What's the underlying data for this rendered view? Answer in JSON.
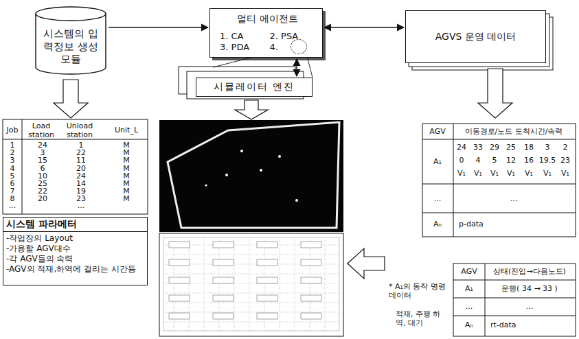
{
  "diagram": {
    "nodes": [
      {
        "text": [
          "시스템의 입력정보 생성모듈"
        ]
      },
      {
        "text": [
          "멀티 에이전트",
          "1. CA",
          "2. PSA",
          "3. PDA",
          "4."
        ]
      },
      {
        "text": [
          "AGVS 운영 데이터"
        ]
      },
      {
        "text": [
          "시뮬레이터 엔진"
        ]
      },
      {
        "text": [
          "시스템 파라메터",
          "-작업장의 Layout",
          "-가용할 AGV대수",
          "-각 AGV들의 속력",
          "-AGV의 적재,하역에 걸리는 시간등"
        ]
      }
    ],
    "edges": [
      {
        "from": 0,
        "to": 1,
        "arrow": "to"
      },
      {
        "from": 1,
        "to": 2,
        "arrow": "both"
      },
      {
        "from": 1,
        "to": 3,
        "arrow": "both"
      }
    ],
    "labels": [
      "Job",
      "Load station",
      "Unload station",
      "Unit_L",
      "1",
      "24",
      "1",
      "M",
      "2",
      "3",
      "22",
      "M",
      "3",
      "15",
      "11",
      "M",
      "4",
      "6",
      "20",
      "M",
      "5",
      "10",
      "24",
      "M",
      "6",
      "25",
      "14",
      "M",
      "7",
      "22",
      "19",
      "M",
      "8",
      "20",
      "23",
      "M",
      "...",
      "...",
      "AGV",
      "이동경로/노드 도착시간/속력",
      "A₁",
      "24",
      "33",
      "29",
      "25",
      "18",
      "3",
      "2",
      "0",
      "4",
      "5",
      "12",
      "16",
      "19.5",
      "23",
      "V₁",
      "V₁",
      "V₁",
      "V₁",
      "V₁",
      "V₁",
      "V₁",
      "...",
      "...",
      "Aₙ",
      "p-data",
      "AGV",
      "상태(진입→다음노드)",
      "A₁",
      "운행( 34 → 33 )",
      "...",
      "...",
      "Aₙ",
      "rt-data",
      "* A₁의 동작 명령데이터",
      "적재, 주행 하역, 대기"
    ]
  }
}
